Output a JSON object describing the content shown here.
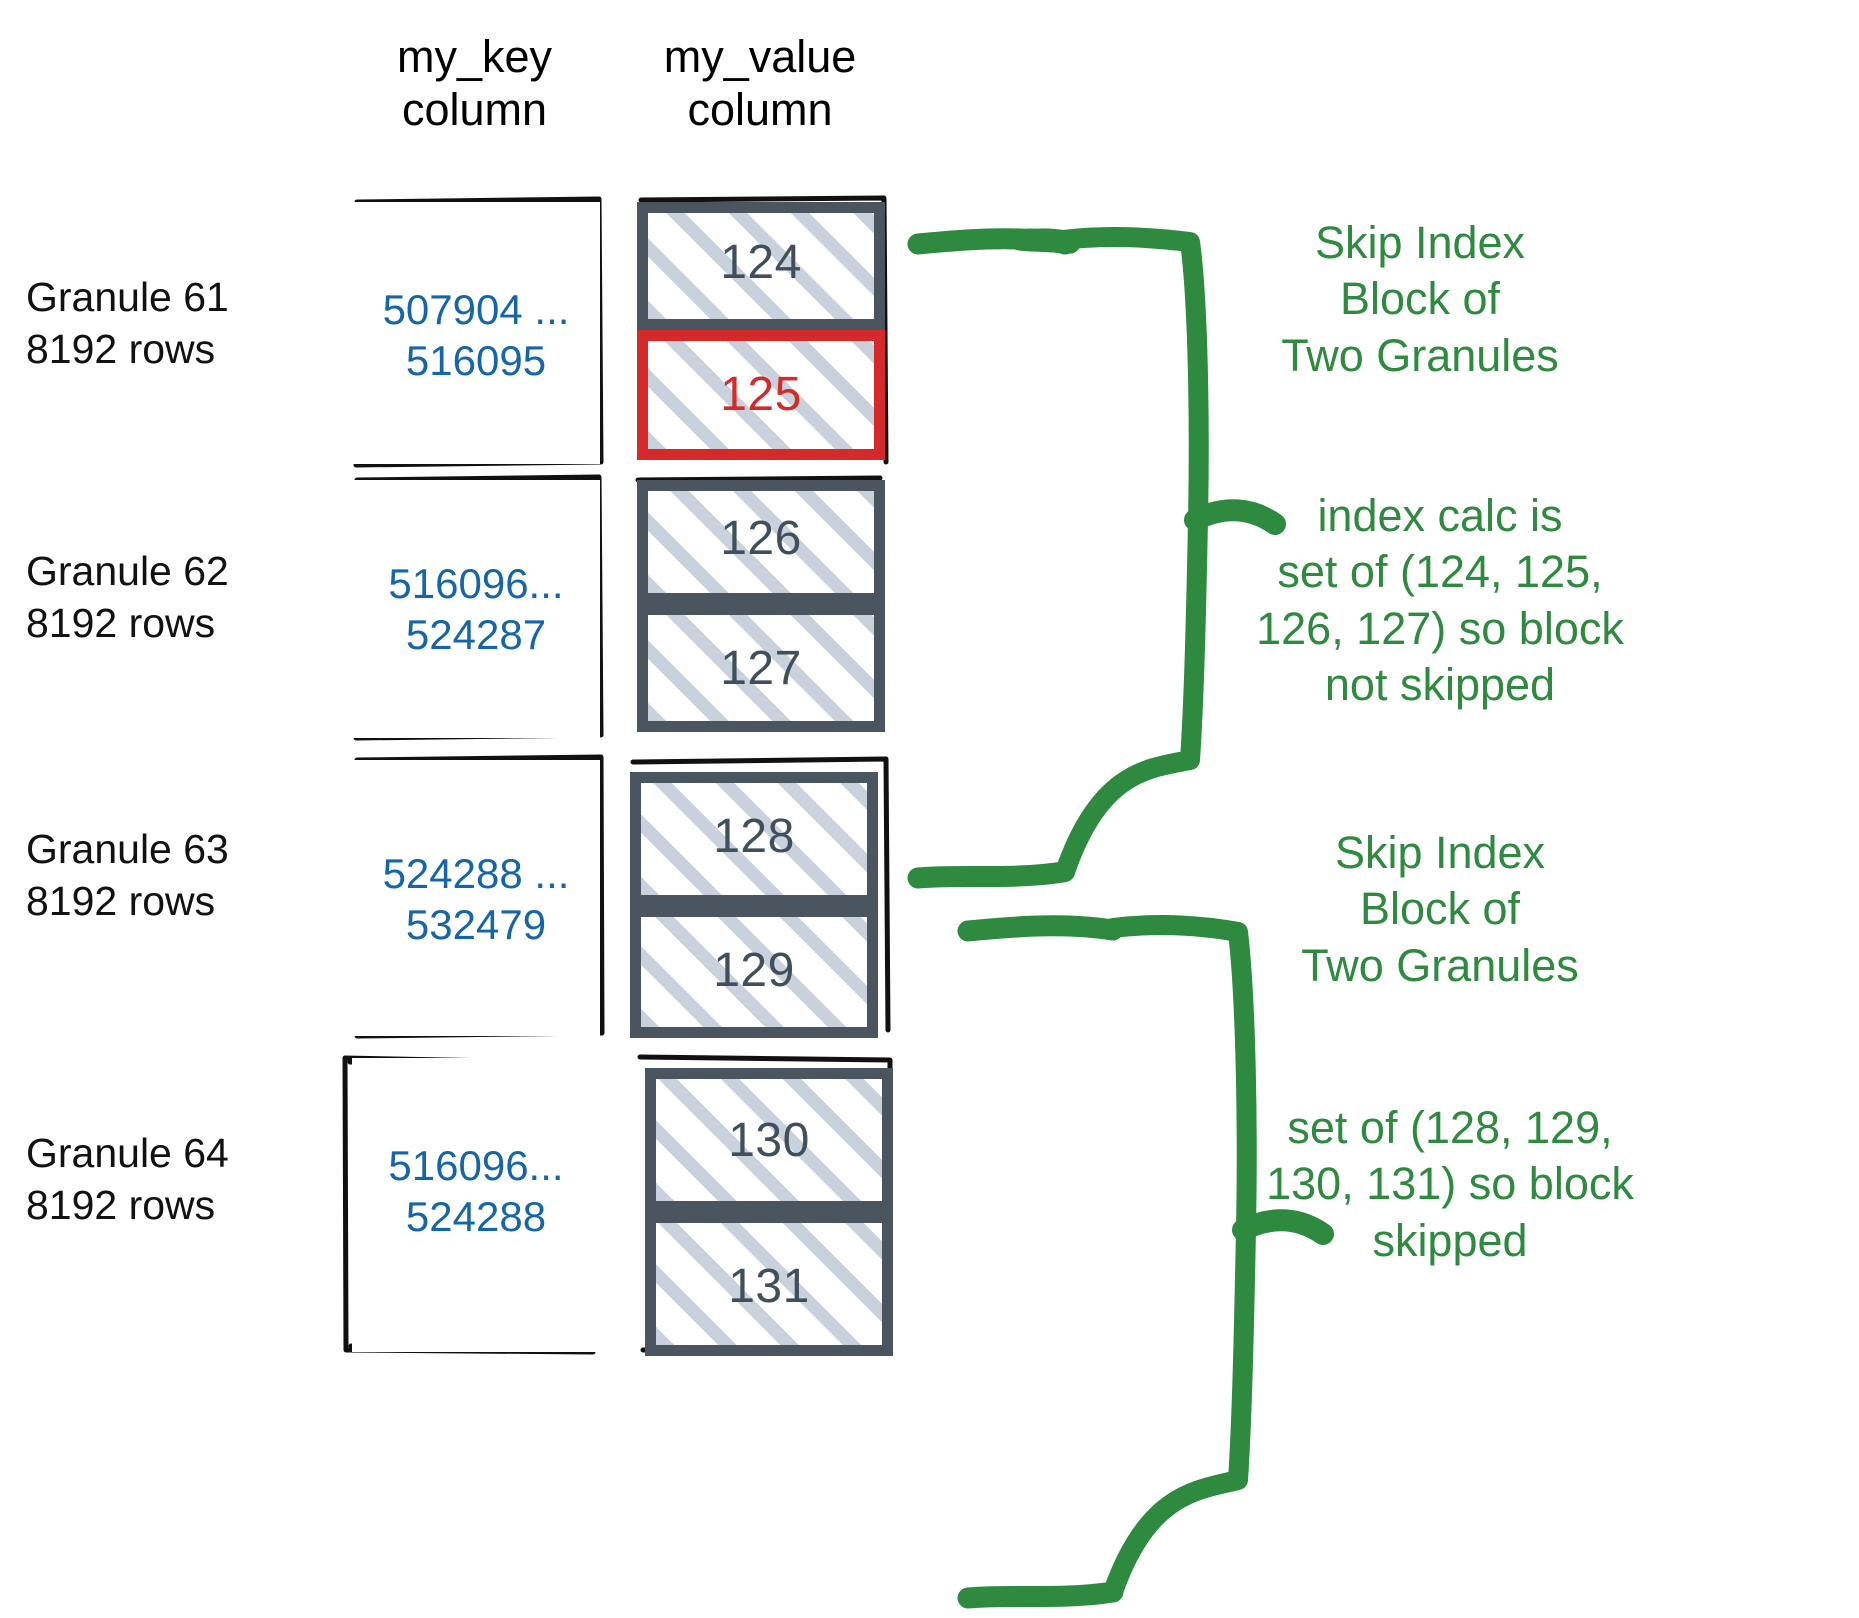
{
  "columns": {
    "key_header": "my_key\ncolumn",
    "value_header": "my_value\ncolumn"
  },
  "colors": {
    "key_text": "#1565aa",
    "value_text": "#414e5c",
    "highlight": "#d42a2a",
    "annotation": "#2d8a3e",
    "box_border": "#4a5560",
    "hatch": "#c9d2dc",
    "outline": "#111111"
  },
  "granules": [
    {
      "label": "Granule 61\n8192 rows",
      "key_range": "507904 ...\n516095",
      "values": [
        {
          "text": "124",
          "highlight": false
        },
        {
          "text": "125",
          "highlight": true
        }
      ]
    },
    {
      "label": "Granule 62\n8192 rows",
      "key_range": "516096...\n524287",
      "values": [
        {
          "text": "126",
          "highlight": false
        },
        {
          "text": "127",
          "highlight": false
        }
      ]
    },
    {
      "label": "Granule 63\n8192 rows",
      "key_range": "524288 ...\n532479",
      "values": [
        {
          "text": "128",
          "highlight": false
        },
        {
          "text": "129",
          "highlight": false
        }
      ]
    },
    {
      "label": "Granule 64\n8192 rows",
      "key_range": "516096...\n524288",
      "values": [
        {
          "text": "130",
          "highlight": false
        },
        {
          "text": "131",
          "highlight": false
        }
      ]
    }
  ],
  "annotations": [
    {
      "text": "Skip Index\nBlock of\nTwo Granules"
    },
    {
      "text": "index calc is\nset of (124, 125,\n126, 127) so block\nnot skipped"
    },
    {
      "text": "Skip Index\nBlock of\nTwo Granules"
    },
    {
      "text": "set of (128, 129,\n130, 131) so block\nskipped"
    }
  ]
}
